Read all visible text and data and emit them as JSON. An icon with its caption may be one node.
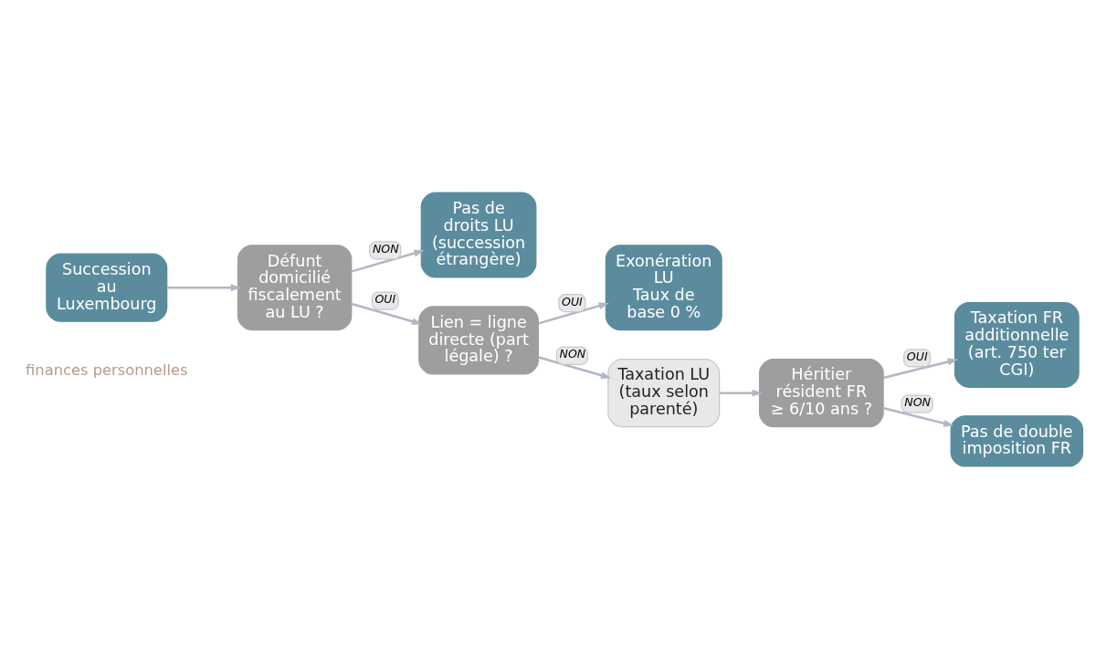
{
  "diagram": {
    "nodes": [
      {
        "text": [
          "Succession au Luxembourg"
        ]
      },
      {
        "text": [
          "Défunt domicilié fiscalement au LU ?"
        ]
      },
      {
        "text": [
          "Pas de droits LU (succession étrangère)"
        ]
      },
      {
        "text": [
          "Lien = ligne directe (part légale) ?"
        ]
      },
      {
        "text": [
          "Exonération LU",
          "Taux de base 0 %"
        ]
      },
      {
        "text": [
          "Taxation LU (taux selon parenté)"
        ]
      },
      {
        "text": [
          "Héritier résident FR ≥ 6/10 ans ?"
        ]
      },
      {
        "text": [
          "Taxation FR additionnelle (art. 750 ter CGI)"
        ]
      },
      {
        "text": [
          "Pas de double imposition FR"
        ]
      }
    ],
    "edges": [
      {
        "from": 0,
        "to": 1,
        "arrow": "to"
      },
      {
        "from": 1,
        "to": 2,
        "arrow": "to",
        "label": "NON"
      },
      {
        "from": 1,
        "to": 3,
        "arrow": "to",
        "label": "OUI"
      },
      {
        "from": 3,
        "to": 4,
        "arrow": "to",
        "label": "OUI"
      },
      {
        "from": 3,
        "to": 5,
        "arrow": "to",
        "label": "NON"
      },
      {
        "from": 5,
        "to": 6,
        "arrow": "to"
      },
      {
        "from": 6,
        "to": 7,
        "arrow": "to",
        "label": "OUI"
      },
      {
        "from": 6,
        "to": 8,
        "arrow": "to",
        "label": "NON"
      }
    ],
    "labels": [
      "finances personnelles"
    ]
  }
}
